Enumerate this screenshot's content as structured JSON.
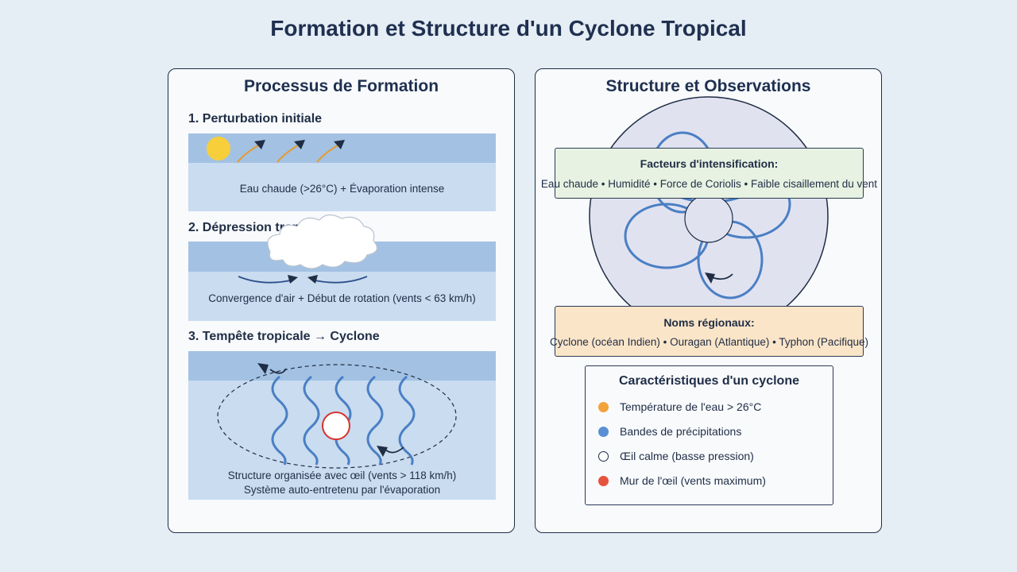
{
  "title": "Formation et Structure d'un Cyclone Tropical",
  "left_panel": {
    "title": "Processus de Formation",
    "steps": [
      {
        "title": "1. Perturbation initiale",
        "text": "Eau chaude (>26°C) + Évaporation intense"
      },
      {
        "title": "2. Dépression tropicale",
        "text": "Convergence d'air + Début de rotation (vents < 63 km/h)"
      },
      {
        "title": "3. Tempête tropicale → Cyclone",
        "text1": "Structure organisée avec œil (vents > 118 km/h)",
        "text2": "Système auto-entretenu par l'évaporation"
      }
    ]
  },
  "right_panel": {
    "title": "Structure et Observations",
    "factors": {
      "heading": "Facteurs d'intensification:",
      "text": "Eau chaude • Humidité • Force de Coriolis • Faible cisaillement du vent"
    },
    "regional": {
      "heading": "Noms régionaux:",
      "text": "Cyclone (océan Indien) • Ouragan (Atlantique) • Typhon (Pacifique)"
    },
    "legend": {
      "heading": "Caractéristiques d'un cyclone",
      "items": [
        {
          "label": "Température de l'eau > 26°C",
          "color": "#f2a33a",
          "icon": "orange-dot-icon"
        },
        {
          "label": "Bandes de précipitations",
          "color": "#5b8fd4",
          "icon": "blue-dot-icon"
        },
        {
          "label": "Œil calme (basse pression)",
          "color": "#ffffff",
          "icon": "white-dot-icon"
        },
        {
          "label": "Mur de l'œil (vents maximum)",
          "color": "#e6533d",
          "icon": "red-dot-icon"
        }
      ]
    }
  },
  "colors": {
    "background": "#e5edf5",
    "water": "#c9dcf0",
    "water_band": "#a3c2e3",
    "rain_band": "#4a7fc4",
    "sun": "#f7cf3b",
    "eye_wall": "#d9312c",
    "factors_bg": "#e7f2e2",
    "regional_bg": "#fbe5c8",
    "cyclone_disc": "#e1e2f0"
  }
}
